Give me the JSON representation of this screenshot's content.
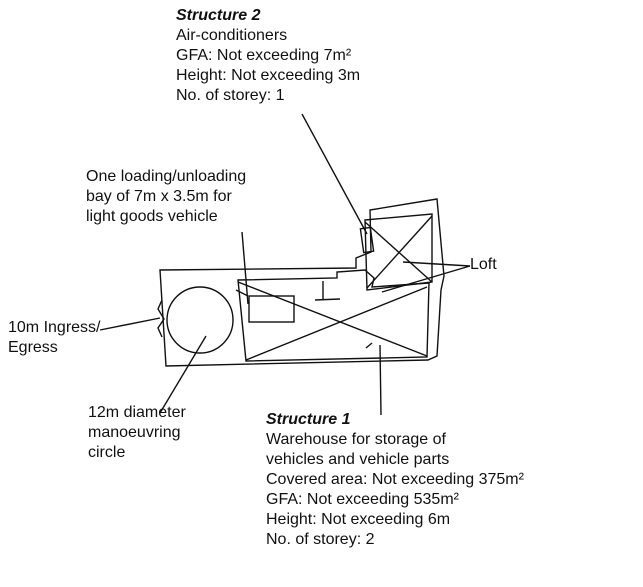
{
  "structure2": {
    "title": "Structure 2",
    "lines": [
      "Air-conditioners",
      "GFA: Not exceeding 7m²",
      "Height: Not exceeding 3m",
      "No. of storey: 1"
    ]
  },
  "loading_bay": {
    "lines": [
      "One loading/unloading",
      "bay of 7m x 3.5m for",
      "light goods vehicle"
    ]
  },
  "loft": {
    "label": "Loft"
  },
  "ingress": {
    "lines": [
      "10m Ingress/",
      "Egress"
    ]
  },
  "manoeuvring": {
    "lines": [
      "12m diameter",
      "manoeuvring",
      "circle"
    ]
  },
  "structure1": {
    "title": "Structure 1",
    "lines": [
      "Warehouse for storage of",
      "vehicles and vehicle parts",
      "Covered area: Not exceeding 375m²",
      "GFA: Not exceeding 535m²",
      "Height: Not exceeding 6m",
      "No. of storey: 2"
    ]
  }
}
